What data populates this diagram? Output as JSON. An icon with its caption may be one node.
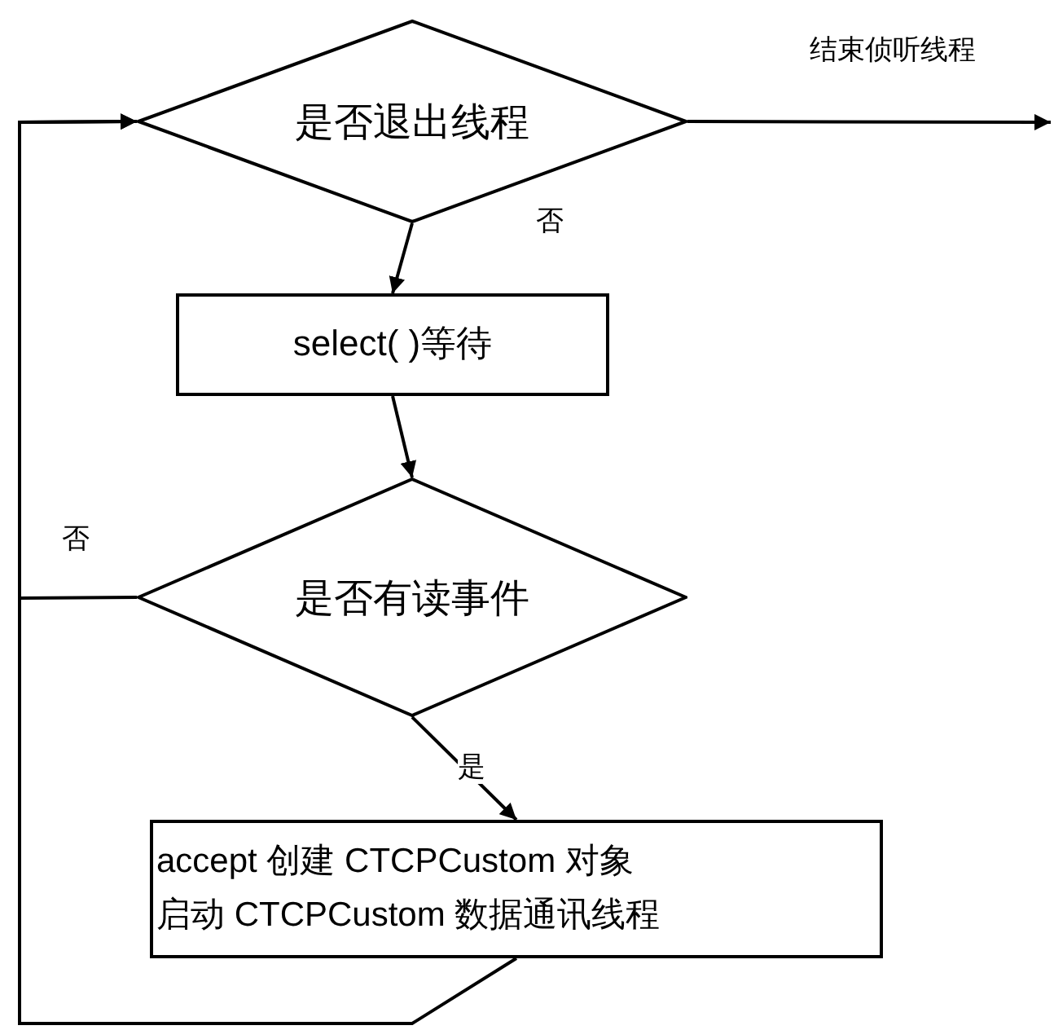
{
  "diagram": {
    "nodes": [
      {
        "text": [
          "是否退出线程"
        ]
      },
      {
        "text": [
          "select( )等待"
        ]
      },
      {
        "text": [
          "是否有读事件"
        ]
      },
      {
        "text": [
          "accept 创建 CTCPCustom 对象",
          "启动 CTCPCustom 数据通讯线程"
        ]
      }
    ],
    "edges": [
      {
        "from": 0,
        "to": null,
        "arrow": "to",
        "label": "结束侦听线程"
      },
      {
        "from": 0,
        "to": 1,
        "arrow": "to",
        "label": "否"
      },
      {
        "from": 1,
        "to": 2,
        "arrow": "to"
      },
      {
        "from": 2,
        "to": 0,
        "arrow": "to",
        "label": "否"
      },
      {
        "from": 2,
        "to": 3,
        "arrow": "to",
        "label": "是"
      },
      {
        "from": 3,
        "to": 0,
        "arrow": "to"
      }
    ]
  }
}
